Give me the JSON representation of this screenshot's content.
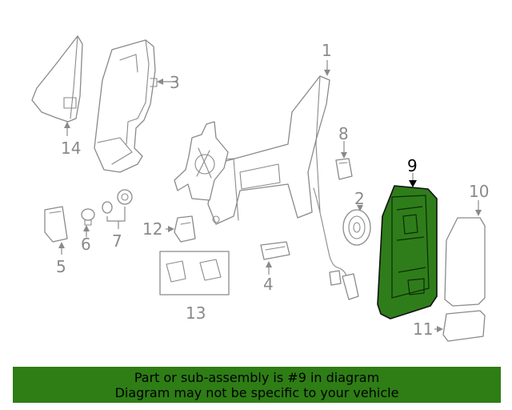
{
  "diagram": {
    "callouts": [
      "1",
      "2",
      "3",
      "4",
      "5",
      "6",
      "7",
      "8",
      "9",
      "10",
      "11",
      "12",
      "13",
      "14"
    ],
    "highlighted_callout": "9",
    "highlight_color": "#2e7d1a",
    "line_color": "#8a8a8a"
  },
  "banner": {
    "line1": "Part or sub-assembly is #9 in diagram",
    "line2": "Diagram may not be specific to your vehicle",
    "background": "#2e7d15"
  }
}
